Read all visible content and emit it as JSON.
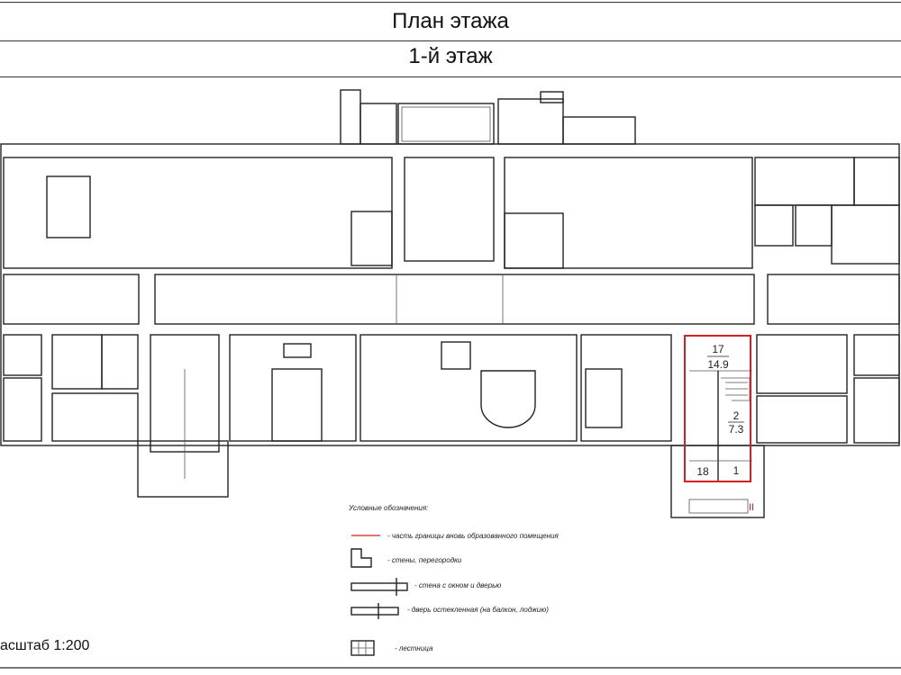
{
  "header": {
    "title": "План этажа",
    "subtitle": "1-й этаж"
  },
  "rooms": {
    "r17": {
      "number": "17",
      "area": "14.9"
    },
    "r2": {
      "number": "2",
      "area": "7.3"
    },
    "r18": {
      "number": "18"
    },
    "r1": {
      "number": "1"
    },
    "entrance_mark": "II"
  },
  "legend": {
    "title": "Условные обозначения:",
    "items": [
      "- часть границы вновь образованного помещения",
      "- стены, перегородки",
      "- стена с окном и дверью",
      "- дверь остекленная (на балкон, лоджию)",
      "- лестница"
    ]
  },
  "scale": "асштаб 1:200",
  "colors": {
    "boundary": "#d42020",
    "walls": "#222222"
  }
}
